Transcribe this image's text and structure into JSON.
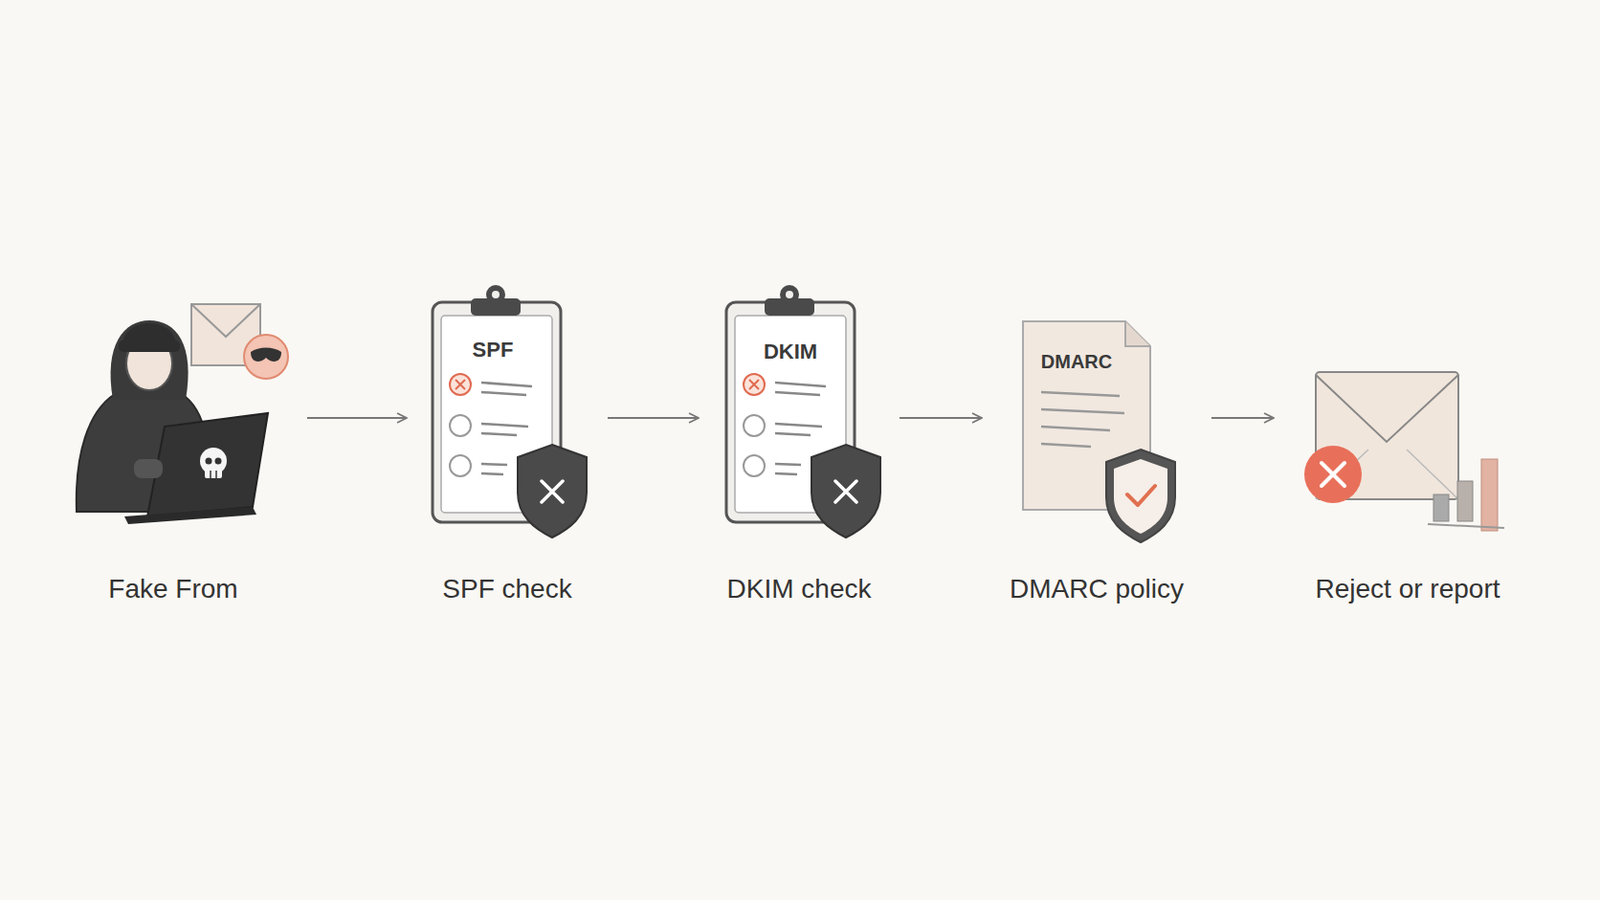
{
  "diagram": {
    "nodes": [
      {
        "text": [
          "Fake From"
        ]
      },
      {
        "text": [
          "SPF",
          "SPF check"
        ]
      },
      {
        "text": [
          "DKIM",
          "DKIM check"
        ]
      },
      {
        "text": [
          "DMARC",
          "DMARC policy"
        ]
      },
      {
        "text": [
          "Reject or report"
        ]
      }
    ],
    "edges": [
      {
        "from": 0,
        "to": 1,
        "arrow": "to"
      },
      {
        "from": 1,
        "to": 2,
        "arrow": "to"
      },
      {
        "from": 2,
        "to": 3,
        "arrow": "to"
      },
      {
        "from": 3,
        "to": 4,
        "arrow": "to"
      }
    ]
  }
}
